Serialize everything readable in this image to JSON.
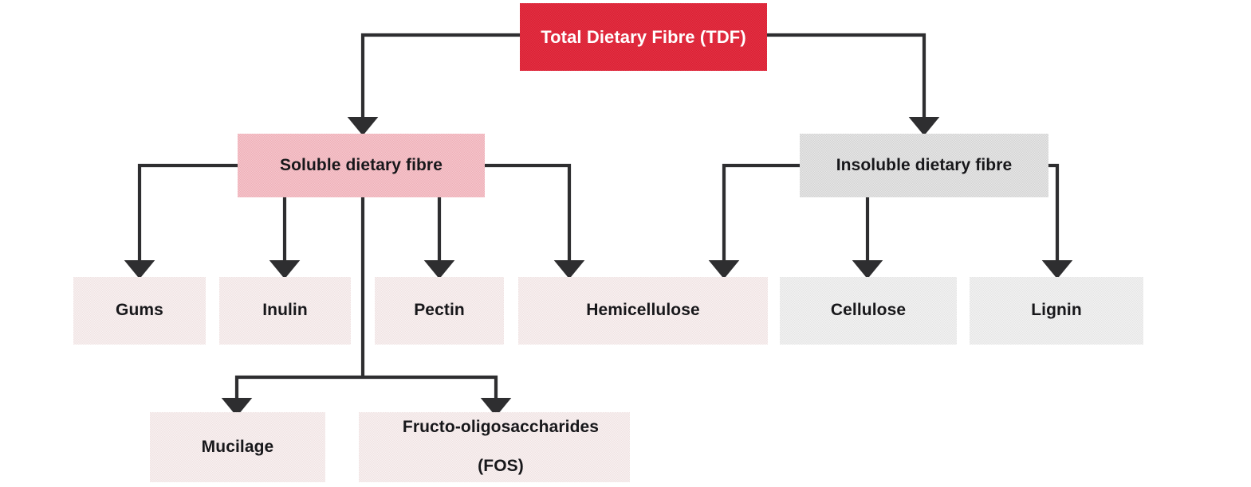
{
  "diagram": {
    "title": "Total Dietary Fibre classification",
    "colors": {
      "root_fill": "#dd1f33",
      "root_text": "#ffffff",
      "soluble_fill": "#efafb8",
      "insoluble_fill": "#d3d3d3",
      "soluble_leaf_fill": "#f0e2e2",
      "insoluble_leaf_fill": "#e4e4e4",
      "connector": "#2e2e30",
      "text": "#17171a",
      "background": "#ffffff"
    },
    "nodes": {
      "root": {
        "label": "Total Dietary Fibre (TDF)"
      },
      "soluble": {
        "label": "Soluble dietary fibre"
      },
      "insoluble": {
        "label": "Insoluble dietary fibre"
      },
      "gums": {
        "label": "Gums"
      },
      "inulin": {
        "label": "Inulin"
      },
      "pectin": {
        "label": "Pectin"
      },
      "hemicellulose": {
        "label": "Hemicellulose"
      },
      "cellulose": {
        "label": "Cellulose"
      },
      "lignin": {
        "label": "Lignin"
      },
      "mucilage": {
        "label": "Mucilage"
      },
      "fos": {
        "label": "Fructo-oligosaccharides\n(FOS)",
        "line1": "Fructo-oligosaccharides",
        "line2": "(FOS)"
      }
    },
    "edges": [
      {
        "from": "root",
        "to": "soluble"
      },
      {
        "from": "root",
        "to": "insoluble"
      },
      {
        "from": "soluble",
        "to": "gums"
      },
      {
        "from": "soluble",
        "to": "inulin"
      },
      {
        "from": "soluble",
        "to": "pectin"
      },
      {
        "from": "soluble",
        "to": "hemicellulose"
      },
      {
        "from": "soluble",
        "to": "mucilage"
      },
      {
        "from": "soluble",
        "to": "fos"
      },
      {
        "from": "insoluble",
        "to": "hemicellulose"
      },
      {
        "from": "insoluble",
        "to": "cellulose"
      },
      {
        "from": "insoluble",
        "to": "lignin"
      }
    ]
  }
}
